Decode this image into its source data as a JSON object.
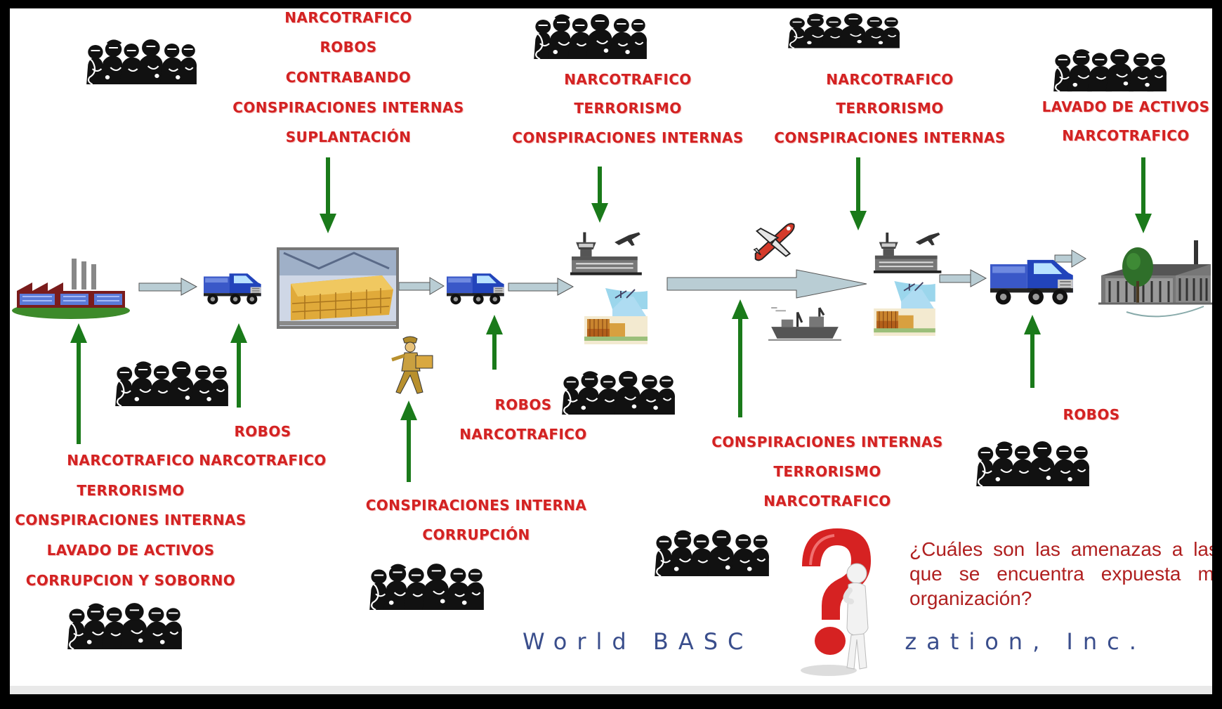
{
  "colors": {
    "label_text": "#d32222",
    "arrow_green": "#1a7a1a",
    "arrow_flow": "#b9cdd4",
    "question_text": "#b02020",
    "watermark_text": "#3a4e8c"
  },
  "threat_groups": {
    "warehouse_top": [
      "NARCOTRAFICO",
      "ROBOS",
      "CONTRABANDO",
      "CONSPIRACIONES INTERNAS",
      "SUPLANTACIÓN"
    ],
    "airport_origin_top": [
      "NARCOTRAFICO",
      "TERRORISMO",
      "CONSPIRACIONES INTERNAS"
    ],
    "airport_dest_top": [
      "NARCOTRAFICO",
      "TERRORISMO",
      "CONSPIRACIONES INTERNAS"
    ],
    "destination_top": [
      "LAVADO DE ACTIVOS",
      "NARCOTRAFICO"
    ],
    "factory_bottom": [
      "NARCOTRAFICO",
      "TERRORISMO",
      "CONSPIRACIONES INTERNAS",
      "LAVADO DE ACTIVOS",
      "CORRUPCION Y SOBORNO"
    ],
    "truck1_bottom": [
      "ROBOS",
      "NARCOTRAFICO"
    ],
    "warehouse_worker_bottom": [
      "CONSPIRACIONES INTERNA",
      "CORRUPCIÓN"
    ],
    "truck2_bottom": [
      "ROBOS",
      "NARCOTRAFICO"
    ],
    "transit_bottom": [
      "CONSPIRACIONES INTERNAS",
      "TERRORISMO",
      "NARCOTRAFICO"
    ],
    "truck3_bottom": [
      "ROBOS"
    ]
  },
  "question": "¿Cuáles son las amenazas a las que se encuentra expuesta mi organización?",
  "watermark": {
    "left": "World BASC",
    "right": "zation, Inc."
  },
  "icons": {
    "factory": "factory-icon",
    "truck": "truck-icon",
    "warehouse": "warehouse-photo",
    "worker": "worker-icon",
    "airport": "airport-tower-icon",
    "port": "port-crane-icon",
    "airplane": "airplane-icon",
    "ship": "ship-icon",
    "building": "destination-building-icon",
    "crowd": "criminal-crowd-icon",
    "thinking": "question-mark-figure-icon"
  }
}
